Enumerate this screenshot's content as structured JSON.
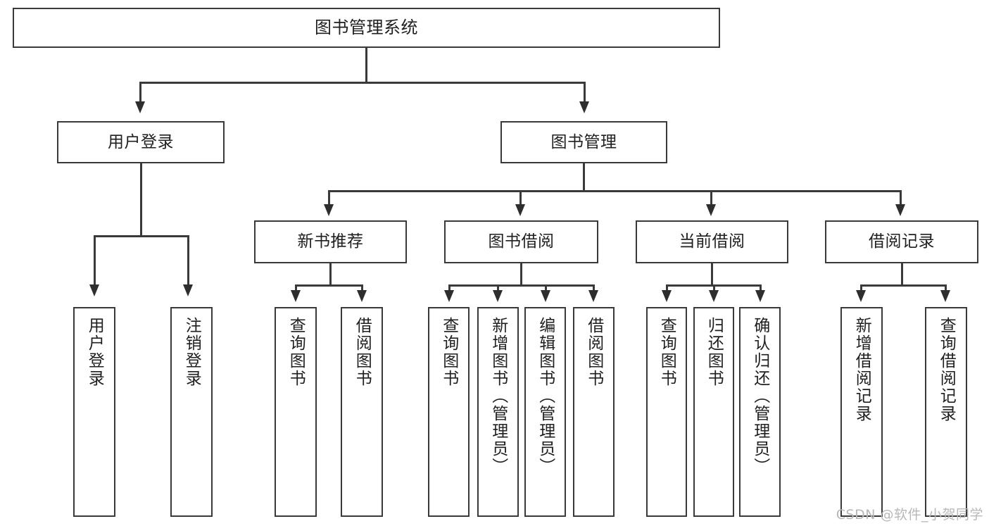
{
  "diagram": {
    "title": "图书管理系统",
    "watermark": "CSDN @软件_小贺同学",
    "levels": {
      "root": {
        "label": "图书管理系统"
      },
      "level2": [
        {
          "label": "用户登录"
        },
        {
          "label": "图书管理"
        }
      ],
      "level3": [
        {
          "label": "新书推荐"
        },
        {
          "label": "图书借阅"
        },
        {
          "label": "当前借阅"
        },
        {
          "label": "借阅记录"
        }
      ],
      "leaves": [
        {
          "label": "用户登录"
        },
        {
          "label": "注销登录"
        },
        {
          "label": "查询图书"
        },
        {
          "label": "借阅图书"
        },
        {
          "label": "查询图书"
        },
        {
          "label": "新增图书（管理员）"
        },
        {
          "label": "编辑图书（管理员）"
        },
        {
          "label": "借阅图书"
        },
        {
          "label": "查询图书"
        },
        {
          "label": "归还图书"
        },
        {
          "label": "确认归还（管理员）"
        },
        {
          "label": "新增借阅记录"
        },
        {
          "label": "查询借阅记录"
        }
      ]
    },
    "colors": {
      "stroke": "#3a3a3a",
      "background": "#ffffff",
      "text": "#1f1f1f",
      "watermark": "#b8b8b8"
    }
  }
}
